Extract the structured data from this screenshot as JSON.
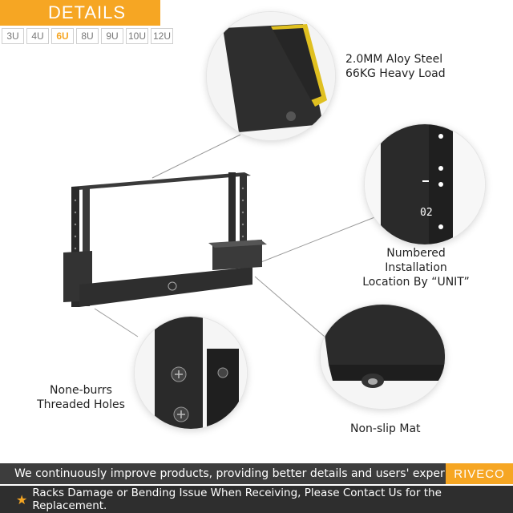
{
  "header": {
    "title": "DETAILS",
    "sizes": [
      "3U",
      "4U",
      "6U",
      "8U",
      "9U",
      "10U",
      "12U"
    ],
    "active_size": "6U"
  },
  "features": {
    "steel": {
      "line1": "2.0MM Aloy Steel",
      "line2": "66KG Heavy Load"
    },
    "numbered": {
      "line1": "Numbered Installation",
      "line2": "Location By “UNIT”",
      "unit_label": "02"
    },
    "holes": {
      "line1": "None-burrs",
      "line2": "Threaded Holes"
    },
    "mat": {
      "line1": "Non-slip Mat"
    }
  },
  "footer": {
    "message": "We continuously improve products, providing better details and users' experiences.",
    "brand": "RIVECO",
    "notice": "Racks Damage or Bending Issue When Receiving, Please Contact Us for the Replacement."
  },
  "colors": {
    "accent": "#f6a623",
    "dark_bar": "#3d3d3d",
    "steel": "#2b2b2b"
  }
}
